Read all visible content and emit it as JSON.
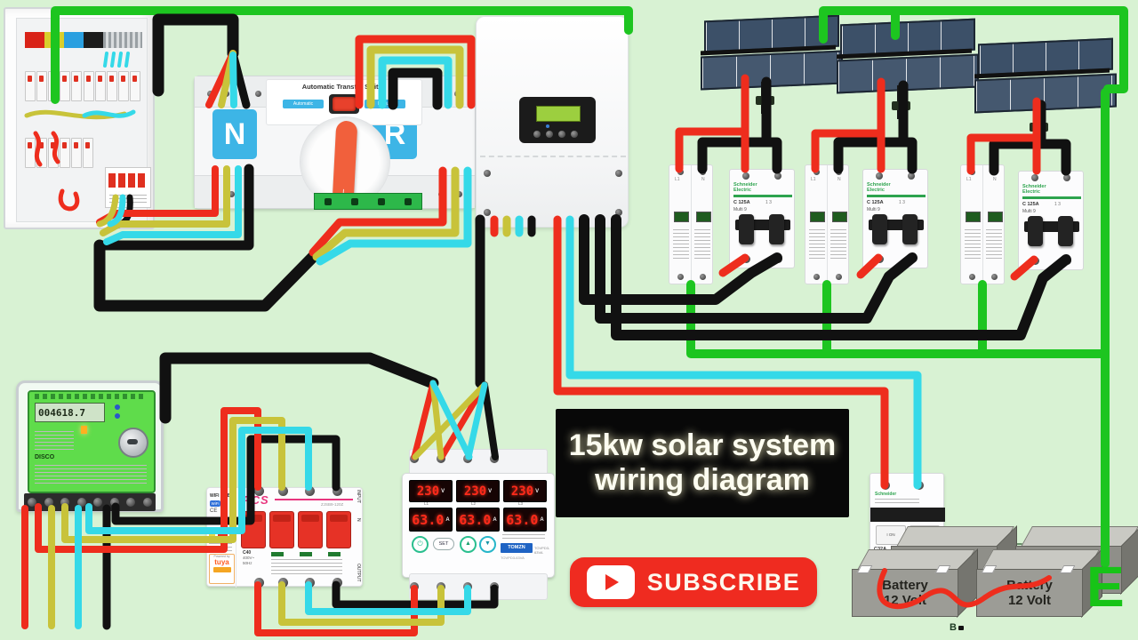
{
  "palette": {
    "background": "#d8f2d3",
    "wire_red": "#ee2d1d",
    "wire_yellow": "#c8c33a",
    "wire_cyan": "#35d9e8",
    "wire_green": "#1dc520",
    "wire_black": "#111111",
    "accent_red": "#ef2b20",
    "panel_blue": "#3db5e6"
  },
  "title_banner": {
    "line1": "15kw solar system",
    "line2": "wiring diagram"
  },
  "subscribe": {
    "label": "SUBSCRIBE"
  },
  "transfer_switch": {
    "title": "Automatic Transfer Switch",
    "left_letter": "N",
    "right_letter": "R",
    "mode_auto": "Automatic",
    "mode_manual": "Manual"
  },
  "pv": {
    "brand_line1": "Schneider",
    "brand_line2": "Electric",
    "rating": "C 125A",
    "series": "Multi 9",
    "spd_l1": "L1",
    "spd_n": "N"
  },
  "meter": {
    "reading": "004618.7",
    "brand": "DISCO"
  },
  "wifi_mcb": {
    "brand": "PCS",
    "model": "ZJSB9-120Z",
    "left_label": "WIFI MCB",
    "ce": "CE",
    "rating": "C40",
    "voltage": "400V~",
    "freq": "50Hz",
    "input": "INPUT",
    "output": "OUTPUT",
    "n_label": "N",
    "tuya": "tuya",
    "powered_by": "Powered by"
  },
  "protector": {
    "volt_value": "230",
    "volt_unit": "V",
    "amp_value": "63.0",
    "amp_unit": "A",
    "phases": [
      "L1",
      "L2",
      "L3"
    ],
    "btn_set": "SET",
    "brand": "TOMZN",
    "model": "TOVPD3-63VA"
  },
  "battery_breaker": {
    "brand": "Schneider",
    "rating": "C32A",
    "toggle": "I ON"
  },
  "battery": {
    "line1": "Battery",
    "line2": "12 Volt"
  },
  "earth_label": "E",
  "b_mark": "B"
}
